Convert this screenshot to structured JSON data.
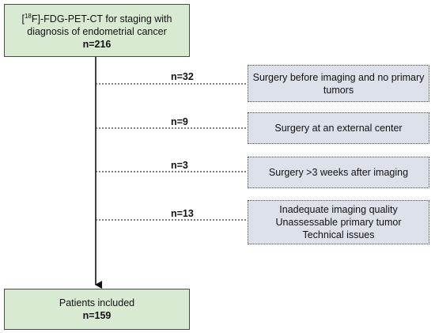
{
  "start_box": {
    "line1_pre": "[",
    "line1_sup": "18",
    "line1_post": "F]-FDG-PET-CT for staging with",
    "line2": "diagnosis of endometrial cancer",
    "count": "n=216"
  },
  "exclusions": [
    {
      "count": "n=32",
      "lines": [
        "Surgery before imaging and no primary",
        "tumors"
      ]
    },
    {
      "count": "n=9",
      "lines": [
        "Surgery at an external center"
      ]
    },
    {
      "count": "n=3",
      "lines": [
        "Surgery >3 weeks  after imaging"
      ]
    },
    {
      "count": "n=13",
      "lines": [
        "Inadequate imaging quality",
        "Unassessable primary tumor",
        "Technical issues"
      ]
    }
  ],
  "end_box": {
    "label": "Patients included",
    "count": "n=159"
  }
}
